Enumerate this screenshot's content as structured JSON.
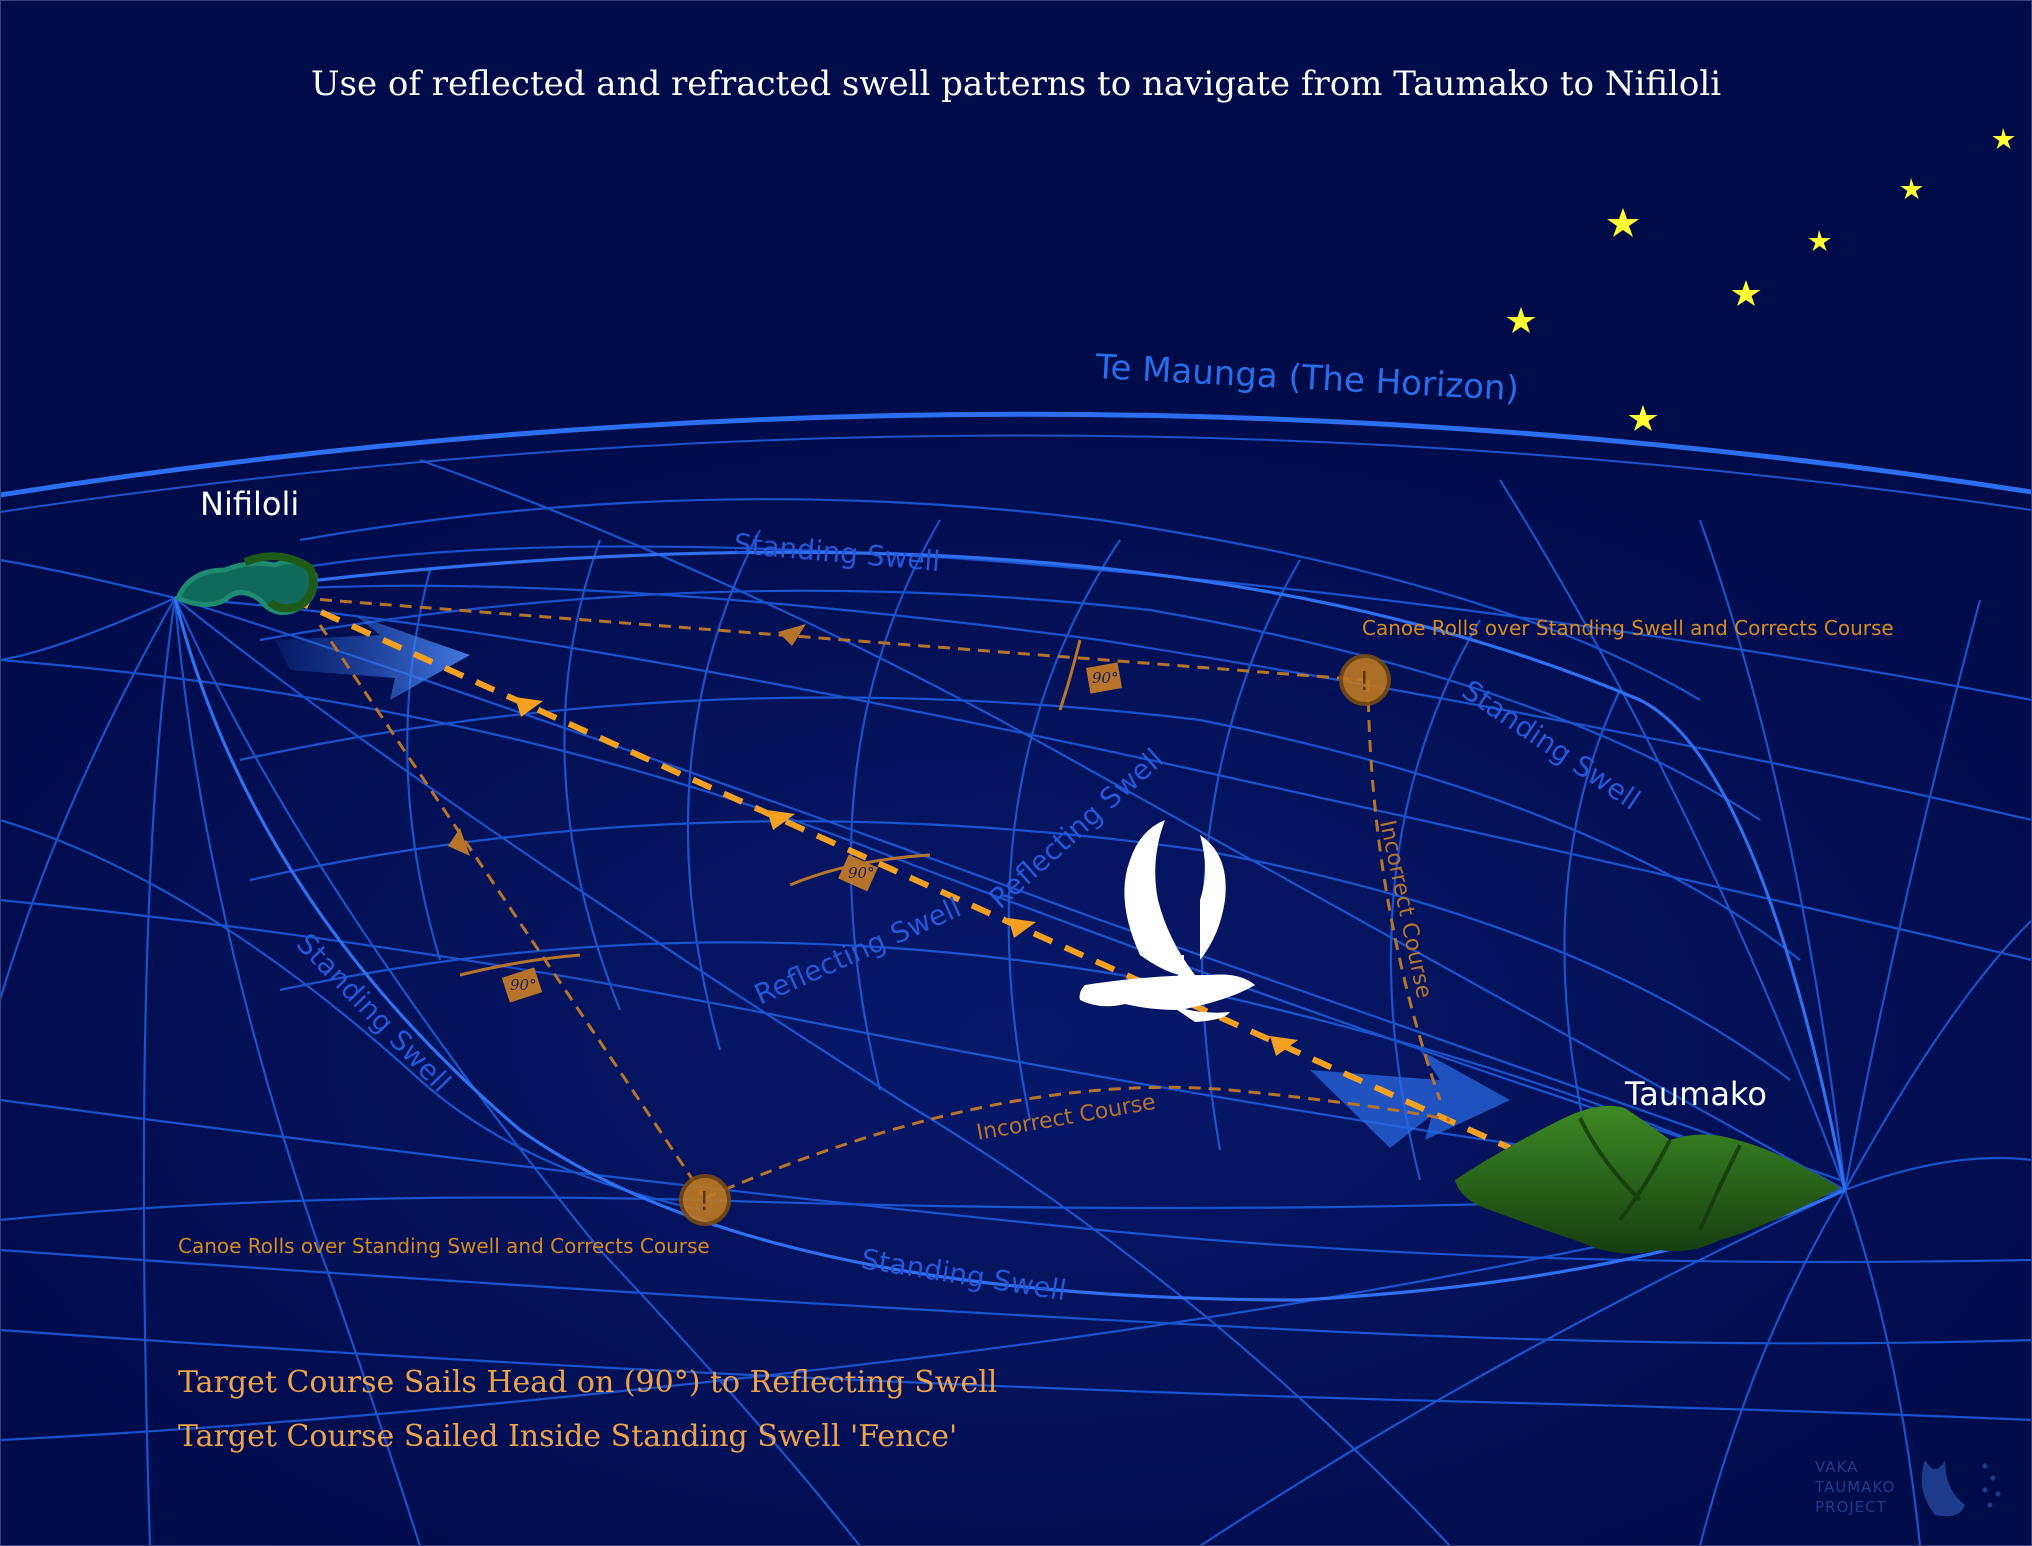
{
  "title": "Use of reflected and refracted swell patterns to navigate from Taumako to Nifiloli",
  "horizon_label": "Te Maunga  (The Horizon)",
  "islands": {
    "origin": "Taumako",
    "destination": "Nifiloli"
  },
  "swell_labels": {
    "standing_top": "Standing Swell",
    "standing_right": "Standing Swell",
    "standing_left": "Standing Swell",
    "standing_bottom": "Standing Swell",
    "reflecting_lower": "Reflecting Swell",
    "reflecting_upper": "Reflecting Swell"
  },
  "course_notes": {
    "upper_correction": "Canoe Rolls over Standing Swell and Corrects Course",
    "lower_correction": "Canoe Rolls over Standing Swell and Corrects Course",
    "incorrect_right": "Incorrect Course",
    "incorrect_bottom": "Incorrect  Course"
  },
  "angle_marker": "90°",
  "legend": {
    "line1": "Target Course Sails Head on (90°) to Reflecting Swell",
    "line2": "Target Course Sailed Inside Standing Swell 'Fence'"
  },
  "logo": {
    "line1": "VAKA",
    "line2": "TAUMAKO",
    "line3": "PROJECT"
  },
  "colors": {
    "background": "#000b4a",
    "swell_line": "#1f5fe0",
    "course": "#f5a020",
    "island_taumako": "#2d6b1a",
    "island_nifiloli": "#0f6a5a",
    "star": "#ffff33"
  }
}
